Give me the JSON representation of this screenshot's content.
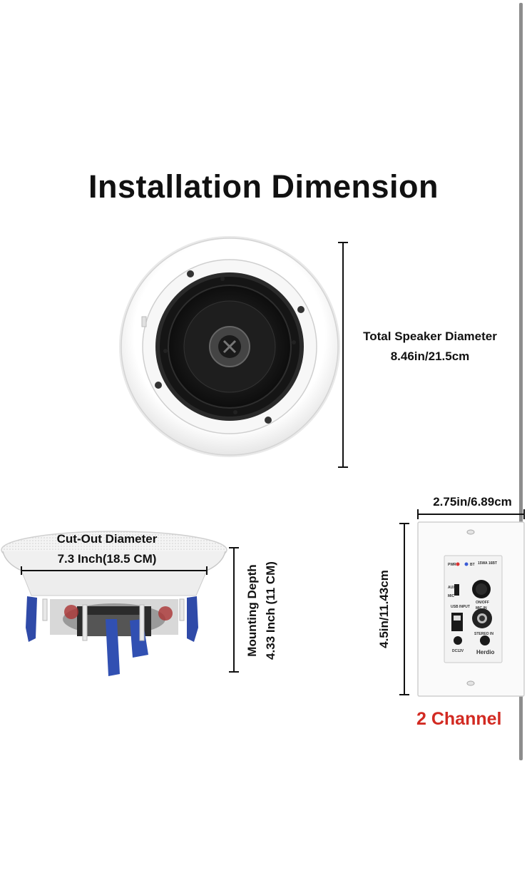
{
  "title": "Installation Dimension",
  "speaker_top": {
    "diameter_label": "Total Speaker Diameter",
    "diameter_value": "8.46in/21.5cm"
  },
  "speaker_side": {
    "cutout_label": "Cut-Out Diameter",
    "cutout_value": "7.3 Inch(18.5 CM)",
    "depth_label": "Mounting Depth",
    "depth_value": "4.33 Inch (11 CM)"
  },
  "amplifier": {
    "width_value": "2.75in/6.89cm",
    "height_value": "4.5in/11.43cm",
    "channel_label": "2 Channel",
    "channel_color": "#d22a22",
    "plate_text": {
      "model": "15WA 16BT",
      "pwr": "PWR",
      "bt": "BT",
      "aux": "AUX",
      "mic": "MIC",
      "usb": "USB INPUT",
      "onoff": "ON/OFF",
      "mic_in": "MIC IN",
      "stereo_in": "STEREO IN",
      "dc": "DC12V",
      "brand": "Herdio"
    }
  }
}
